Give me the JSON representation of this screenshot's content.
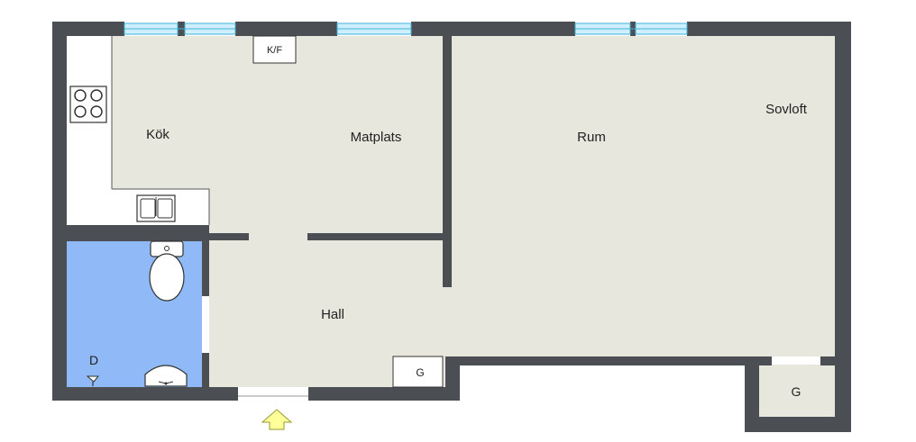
{
  "rooms": {
    "kitchen": "Kök",
    "dining": "Matplats",
    "room": "Rum",
    "loft": "Sovloft",
    "hall": "Hall",
    "fridge_freezer": "K/F",
    "wardrobe_hall": "G",
    "wardrobe_right": "G",
    "shower": "D"
  },
  "icons": {
    "stove": "stove-icon",
    "sink": "kitchen-sink-icon",
    "washbasin": "washbasin-icon",
    "toilet": "toilet-icon",
    "shower": "shower-icon",
    "entrance": "entrance-arrow-icon"
  },
  "colors": {
    "wall": "#4b4e53",
    "floor": "#e8e7de",
    "bathroom": "#8fbaf7",
    "window": "#cfefff",
    "window_edge": "#3cb4d8",
    "entrance_arrow": "#ffff99"
  }
}
